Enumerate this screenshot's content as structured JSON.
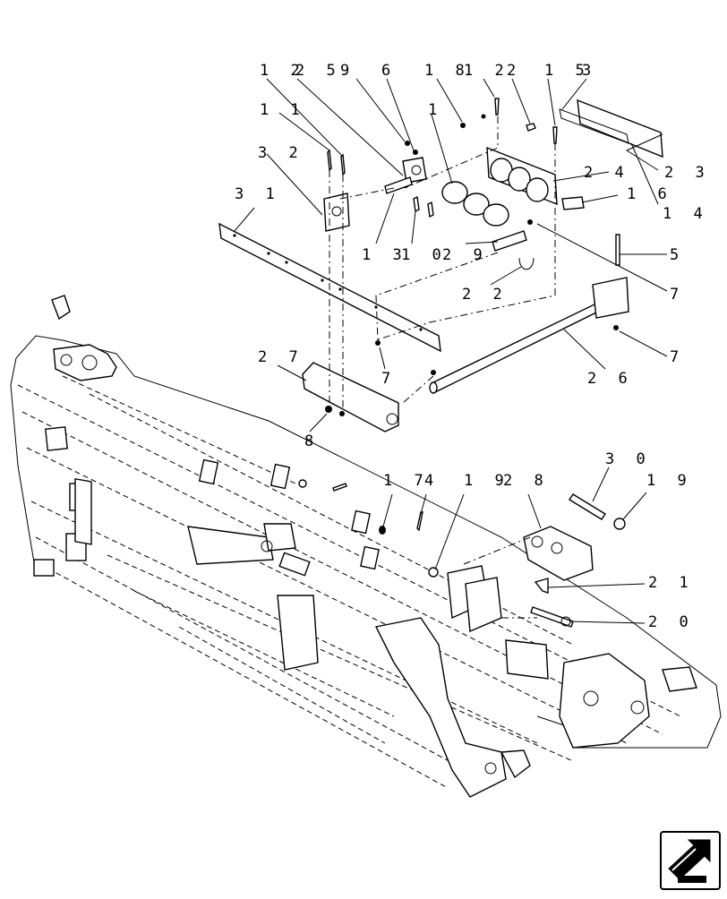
{
  "diagram": {
    "callouts": [
      {
        "id": "c-12a",
        "text": "1 2"
      },
      {
        "id": "c-25",
        "text": "2 5"
      },
      {
        "id": "c-9a",
        "text": "9"
      },
      {
        "id": "c-6",
        "text": "6"
      },
      {
        "id": "c-18",
        "text": "1 8"
      },
      {
        "id": "c-12b",
        "text": "1 2"
      },
      {
        "id": "c-2",
        "text": "2"
      },
      {
        "id": "c-15",
        "text": "1 5"
      },
      {
        "id": "c-3",
        "text": "3"
      },
      {
        "id": "c-11",
        "text": "1 1"
      },
      {
        "id": "c-1",
        "text": "1"
      },
      {
        "id": "c-32",
        "text": "3 2"
      },
      {
        "id": "c-24",
        "text": "2 4"
      },
      {
        "id": "c-23",
        "text": "2 3"
      },
      {
        "id": "c-31",
        "text": "3 1"
      },
      {
        "id": "c-16",
        "text": "1 6"
      },
      {
        "id": "c-14",
        "text": "1 4"
      },
      {
        "id": "c-13",
        "text": "1 3"
      },
      {
        "id": "c-10",
        "text": "1 0"
      },
      {
        "id": "c-29",
        "text": "2 9"
      },
      {
        "id": "c-5",
        "text": "5"
      },
      {
        "id": "c-22",
        "text": "2 2"
      },
      {
        "id": "c-7a",
        "text": "7"
      },
      {
        "id": "c-27",
        "text": "2 7"
      },
      {
        "id": "c-7b",
        "text": "7"
      },
      {
        "id": "c-26",
        "text": "2 6"
      },
      {
        "id": "c-7c",
        "text": "7"
      },
      {
        "id": "c-8",
        "text": "8"
      },
      {
        "id": "c-30",
        "text": "3 0"
      },
      {
        "id": "c-17",
        "text": "1 7"
      },
      {
        "id": "c-4",
        "text": "4"
      },
      {
        "id": "c-19a",
        "text": "1 9"
      },
      {
        "id": "c-28",
        "text": "2 8"
      },
      {
        "id": "c-19b",
        "text": "1 9"
      },
      {
        "id": "c-21",
        "text": "2 1"
      },
      {
        "id": "c-20",
        "text": "2 0"
      }
    ],
    "icons": {
      "nav": "next-page-arrow-icon"
    }
  }
}
